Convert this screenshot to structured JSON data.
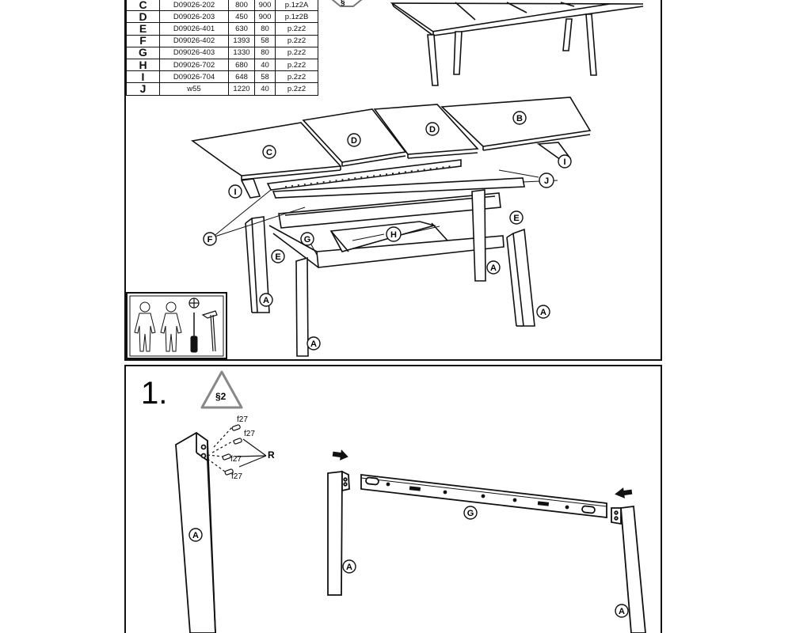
{
  "parts_table": [
    {
      "key": "C",
      "code": "D09026-202",
      "length": "800",
      "width": "900",
      "ref": "p.1z2A"
    },
    {
      "key": "D",
      "code": "D09026-203",
      "length": "450",
      "width": "900",
      "ref": "p.1z2B"
    },
    {
      "key": "E",
      "code": "D09026-401",
      "length": "630",
      "width": "80",
      "ref": "p.2z2"
    },
    {
      "key": "F",
      "code": "D09026-402",
      "length": "1393",
      "width": "58",
      "ref": "p.2z2"
    },
    {
      "key": "G",
      "code": "D09026-403",
      "length": "1330",
      "width": "80",
      "ref": "p.2z2"
    },
    {
      "key": "H",
      "code": "D09026-702",
      "length": "680",
      "width": "40",
      "ref": "p.2z2"
    },
    {
      "key": "I",
      "code": "D09026-704",
      "length": "648",
      "width": "58",
      "ref": "p.2z2"
    },
    {
      "key": "J",
      "code": "w55",
      "length": "1220",
      "width": "40",
      "ref": "p.2z2"
    }
  ],
  "top_sign": "§",
  "overview_labels": {
    "b": "B",
    "c": "C",
    "d1": "D",
    "d2": "D",
    "i_right": "I",
    "i_left": "I",
    "j": "J",
    "e_right": "E",
    "e_left": "E",
    "f": "F",
    "g": "G",
    "h": "H",
    "a1": "A",
    "a2": "A",
    "a3": "A",
    "a4": "A"
  },
  "step": {
    "number": "1.",
    "sign": "§2",
    "fittings": [
      "f27",
      "f27",
      "f27",
      "f27"
    ],
    "r_label": "R",
    "leg_left": "A",
    "leg_mid": "A",
    "leg_right": "A",
    "rail": "G"
  }
}
